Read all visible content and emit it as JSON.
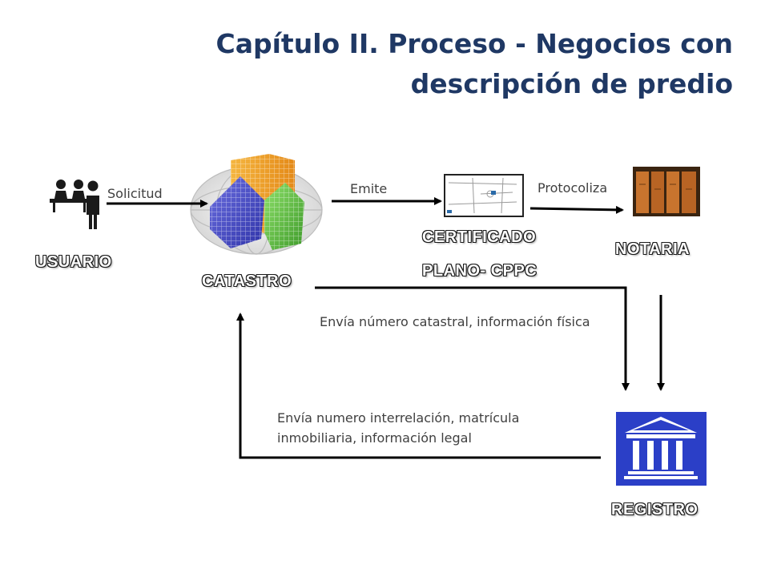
{
  "title": {
    "line1": "Capítulo II. Proceso  - Negocios con",
    "line2": "descripción de predio"
  },
  "nodes": {
    "usuario": "USUARIO",
    "catastro": "CATASTRO",
    "certificado": "CERTIFICADO",
    "plano": "PLANO- CPPC",
    "notaria": "NOTARIA",
    "registro": "REGISTRO"
  },
  "edges": {
    "solicitud": "Solicitud",
    "emite": "Emite",
    "protocoliza": "Protocoliza",
    "envia_catastral": "Envía número catastral, información física",
    "envia_interrelacion": "Envía numero interrelación, matrícula inmobiliaria, información legal"
  },
  "icons": {
    "usuario": "people-at-desk-icon",
    "catastro": "buildings-globe-icon",
    "certificado": "map-plan-icon",
    "notaria": "file-drawers-icon",
    "registro": "government-building-icon"
  },
  "colors": {
    "title": "#1f3864",
    "registro_icon": "#2b3fc7",
    "arrow": "#000000"
  }
}
